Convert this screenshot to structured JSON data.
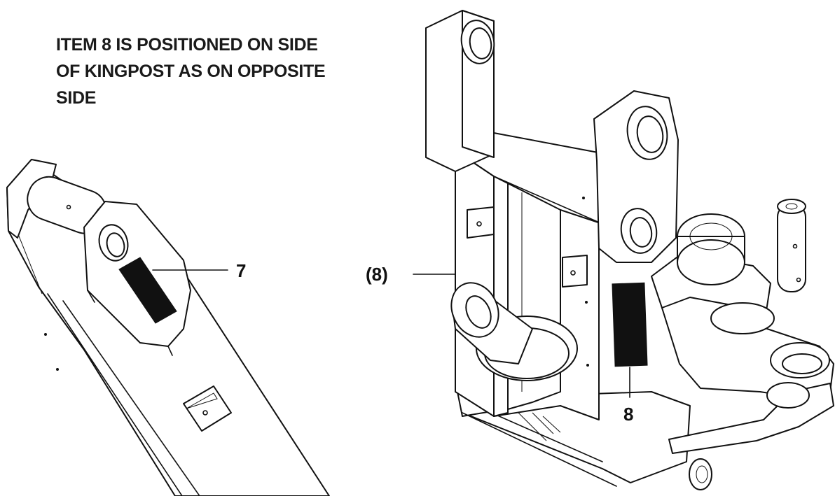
{
  "note": {
    "line1": "ITEM 8 IS POSITIONED ON SIDE",
    "line2": "OF KINGPOST AS ON OPPOSITE",
    "line3": "SIDE"
  },
  "callouts": {
    "item7": "7",
    "item8": "8",
    "item8_opposite": "(8)"
  }
}
